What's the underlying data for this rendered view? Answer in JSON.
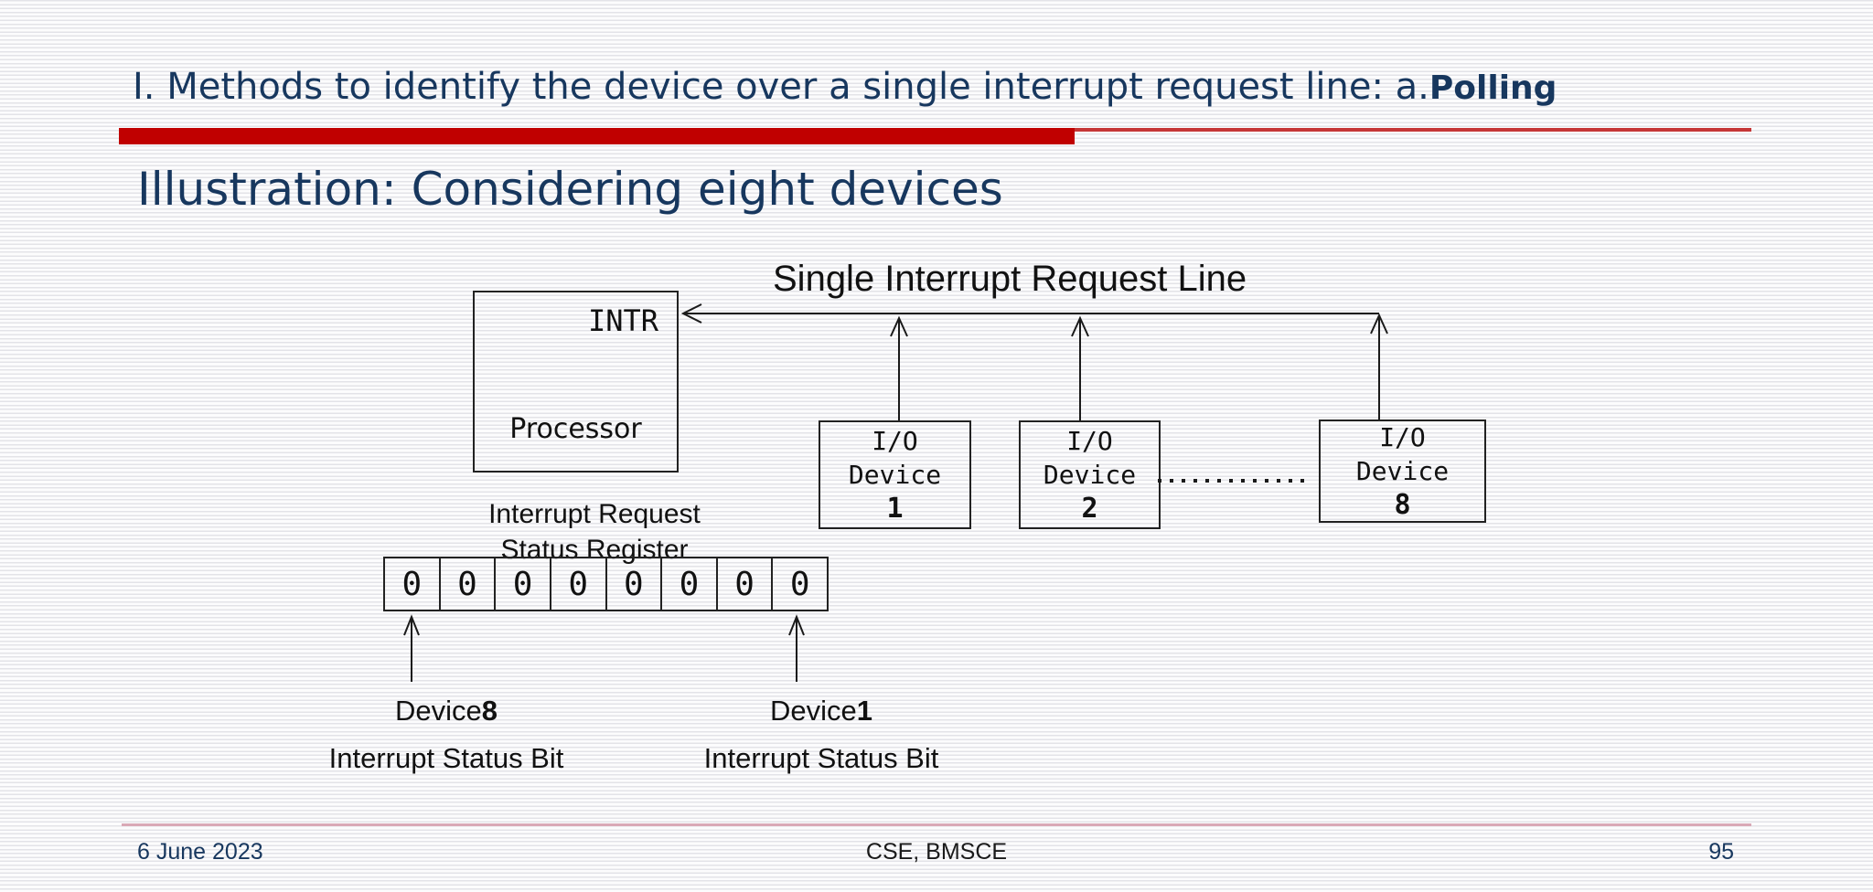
{
  "slide": {
    "title_main": "I. Methods to identify the device over a single interrupt request line: a.",
    "title_bold": "Polling",
    "subtitle": "Illustration: Considering eight devices"
  },
  "diagram": {
    "line_label": "Single Interrupt Request Line",
    "processor": {
      "port_label": "INTR",
      "label": "Processor"
    },
    "devices": [
      {
        "line1": "I/O",
        "line2": "Device",
        "number": "1"
      },
      {
        "line1": "I/O",
        "line2": "Device",
        "number": "2"
      },
      {
        "line1": "I/O",
        "line2": "Device",
        "number": "8"
      }
    ],
    "register": {
      "label_line1": "Interrupt Request",
      "label_line2": "Status Register",
      "bits": [
        "0",
        "0",
        "0",
        "0",
        "0",
        "0",
        "0",
        "0"
      ]
    },
    "bit_labels": [
      {
        "device_word": "Device",
        "number": "8",
        "line2": "Interrupt Status Bit"
      },
      {
        "device_word": "Device",
        "number": "1",
        "line2": "Interrupt Status Bit"
      }
    ]
  },
  "footer": {
    "date": "6 June 2023",
    "center": "CSE, BMSCE",
    "page": "95"
  },
  "colors": {
    "heading_blue": "#17375E",
    "accent_red": "#C00000",
    "footer_line_pink": "#D9A9B6",
    "diagram_ink": "#111111",
    "background_stripe": "#E3E3E8"
  }
}
